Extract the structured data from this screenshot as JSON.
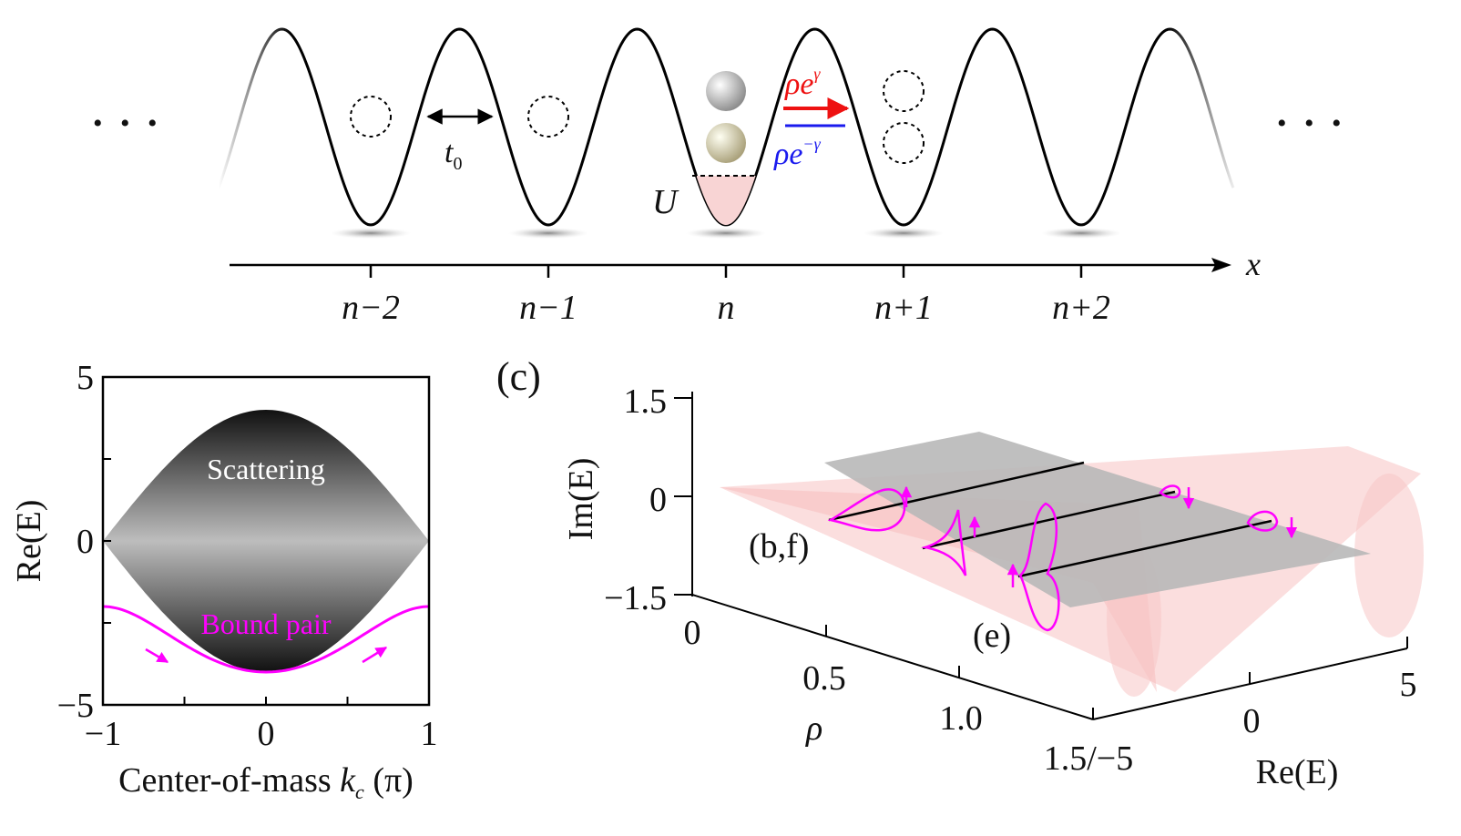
{
  "panel_a": {
    "ellipsis_left": "• • •",
    "ellipsis_right": "• • •",
    "hopping_label": "t",
    "hopping_sub": "0",
    "interaction_label": "U",
    "hop_forward_base": "ρe",
    "hop_forward_exp": "γ",
    "hop_backward_base": "ρe",
    "hop_backward_exp": "−γ",
    "axis_label": "x",
    "site_labels": [
      "n−2",
      "n−1",
      "n",
      "n+1",
      "n+2"
    ],
    "colors": {
      "forward": "#ee1111",
      "backward": "#1a1aee",
      "well_fill": "#f8d4d4"
    }
  },
  "panel_b": {
    "ylabel": "Re(E)",
    "xlabel_prefix": "Center-of-mass ",
    "xlabel_var": "k",
    "xlabel_sub": "c",
    "xlabel_unit": " (π)",
    "x_ticks": [
      "−1",
      "0",
      "1"
    ],
    "y_ticks": [
      "5",
      "0",
      "−5"
    ],
    "scattering_label": "Scattering",
    "bound_label": "Bound pair",
    "colors": {
      "bound": "#ff00ff"
    }
  },
  "chart_data": {
    "type": "area",
    "xlim": [
      -1,
      1
    ],
    "ylim": [
      -5,
      5
    ],
    "x": [
      -1,
      -0.75,
      -0.5,
      -0.25,
      0,
      0.25,
      0.5,
      0.75,
      1
    ],
    "series": [
      {
        "name": "Scattering",
        "upper": [
          0,
          1.53,
          2.83,
          3.7,
          4,
          3.7,
          2.83,
          1.53,
          0
        ],
        "lower": [
          0,
          -1.53,
          -2.83,
          -3.7,
          -4,
          -3.7,
          -2.83,
          -1.53,
          0
        ]
      },
      {
        "name": "Bound pair",
        "values": [
          -2,
          -2.3,
          -3.0,
          -3.7,
          -4,
          -3.7,
          -3.0,
          -2.3,
          -2
        ]
      }
    ]
  },
  "panel_c": {
    "panel_label": "(c)",
    "zlabel": "Im(E)",
    "z_ticks": [
      "1.5",
      "0",
      "−1.5"
    ],
    "rho_label": "ρ",
    "rho_ticks": [
      "0",
      "0.5",
      "1.0",
      "1.5/−5"
    ],
    "re_label": "Re(E)",
    "re_ticks": [
      "0",
      "5"
    ],
    "annotation_bf": "(b,f)",
    "annotation_e": "(e)",
    "colors": {
      "loop": "#ff00ff",
      "cone": "#f7b6b6",
      "plane": "#b8b8b8"
    }
  }
}
